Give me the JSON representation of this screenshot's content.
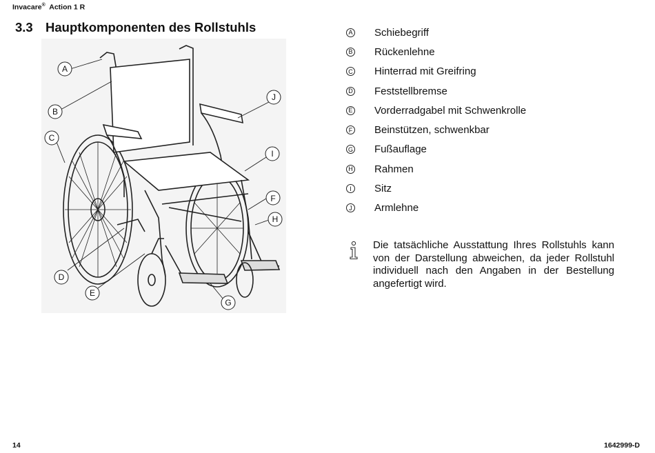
{
  "header": {
    "brand": "Invacare",
    "reg": "®",
    "product": "Action 1 R"
  },
  "section": {
    "number": "3.3",
    "title": "Hauptkomponenten des Rollstuhls"
  },
  "figure": {
    "callouts": [
      "A",
      "B",
      "C",
      "D",
      "E",
      "F",
      "G",
      "H",
      "I",
      "J"
    ]
  },
  "legend": [
    {
      "letter": "A",
      "label": "Schiebegriff"
    },
    {
      "letter": "B",
      "label": "Rückenlehne"
    },
    {
      "letter": "C",
      "label": "Hinterrad mit Greifring"
    },
    {
      "letter": "D",
      "label": "Feststellbremse"
    },
    {
      "letter": "E",
      "label": "Vorderradgabel mit Schwenkrolle"
    },
    {
      "letter": "F",
      "label": "Beinstützen, schwenkbar"
    },
    {
      "letter": "G",
      "label": "Fußauflage"
    },
    {
      "letter": "H",
      "label": "Rahmen"
    },
    {
      "letter": "I",
      "label": "Sitz"
    },
    {
      "letter": "J",
      "label": "Armlehne"
    }
  ],
  "info": {
    "icon": "info-icon",
    "text": "Die tatsächliche Ausstattung Ihres Rollstuhls kann von der Darstellung abweichen, da jeder Rollstuhl individuell nach den Angaben in der Bestellung angefertigt wird."
  },
  "footer": {
    "page": "14",
    "doc_id": "1642999-D"
  }
}
